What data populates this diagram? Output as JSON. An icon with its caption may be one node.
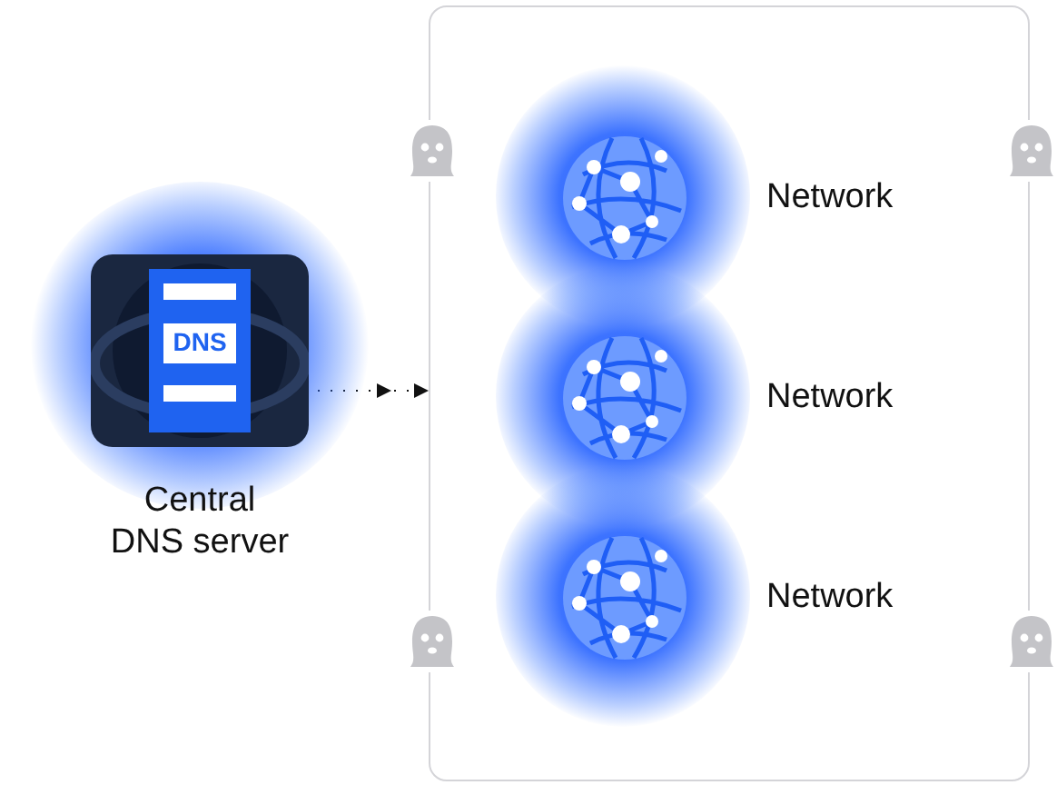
{
  "diagram": {
    "nodes": [
      {
        "text": [],
        "shape": "box"
      },
      {
        "text": [
          "DNS",
          "Central DNS server"
        ]
      },
      {
        "text": [
          "Network"
        ],
        "in": 0
      },
      {
        "text": [
          "Network"
        ],
        "in": 0
      },
      {
        "text": [
          "Network"
        ],
        "in": 0
      }
    ],
    "edges": [
      {
        "from": 1,
        "to": 0,
        "arrow": "to"
      }
    ]
  }
}
